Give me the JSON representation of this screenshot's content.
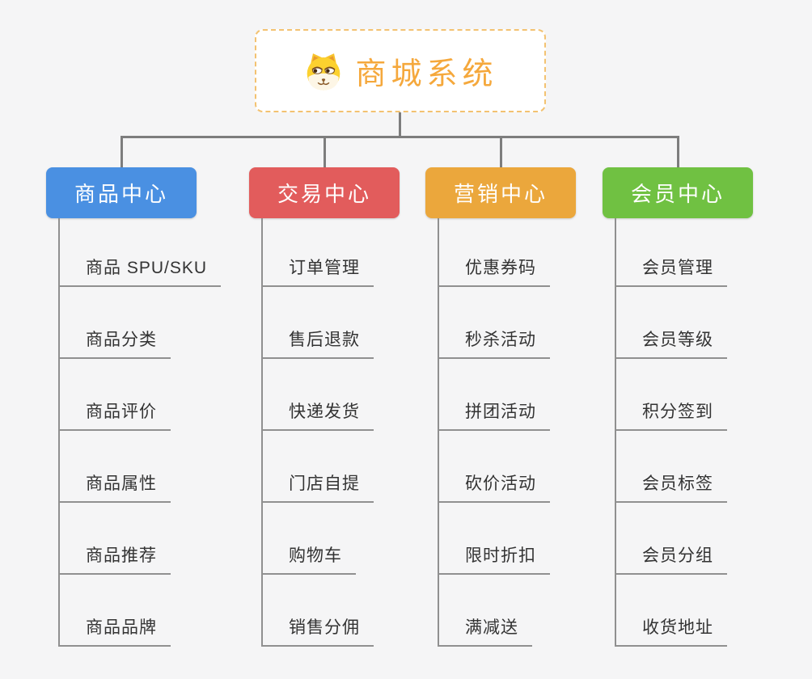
{
  "canvas": {
    "background": "#f5f5f6",
    "connector_color": "#7d7d7d",
    "underline_color": "#909090",
    "leaf_text_color": "#333333"
  },
  "root": {
    "label": "商城系统",
    "text_color": "#f5a83c",
    "border_color": "#f3c271",
    "icon": "doge-icon"
  },
  "branches": [
    {
      "id": "product-center",
      "label": "商品中心",
      "color": "#4a90e2",
      "children": [
        "商品 SPU/SKU",
        "商品分类",
        "商品评价",
        "商品属性",
        "商品推荐",
        "商品品牌"
      ]
    },
    {
      "id": "trade-center",
      "label": "交易中心",
      "color": "#e25c5c",
      "children": [
        "订单管理",
        "售后退款",
        "快递发货",
        "门店自提",
        "购物车",
        "销售分佣"
      ]
    },
    {
      "id": "marketing-center",
      "label": "营销中心",
      "color": "#eba73c",
      "children": [
        "优惠券码",
        "秒杀活动",
        "拼团活动",
        "砍价活动",
        "限时折扣",
        "满减送"
      ]
    },
    {
      "id": "member-center",
      "label": "会员中心",
      "color": "#70c142",
      "children": [
        "会员管理",
        "会员等级",
        "积分签到",
        "会员标签",
        "会员分组",
        "收货地址"
      ]
    }
  ]
}
